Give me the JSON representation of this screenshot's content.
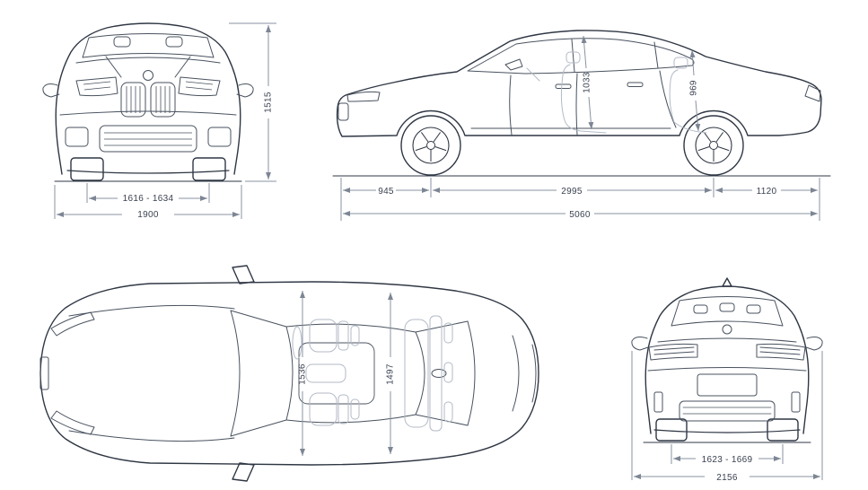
{
  "colors": {
    "car_line": "#2f3744",
    "detail_line": "#49525f",
    "ghost_line": "#b3bac6",
    "dimension_line": "#8a93a1",
    "text": "#3a4150",
    "background": "#ffffff"
  },
  "front_view": {
    "height": "1515",
    "front_track": "1616 - 1634",
    "body_width": "1900"
  },
  "side_view": {
    "front_headroom": "1033",
    "rear_headroom": "969",
    "front_overhang": "945",
    "wheelbase": "2995",
    "rear_overhang": "1120",
    "overall_length": "5060"
  },
  "top_view": {
    "front_interior_width": "1536",
    "rear_interior_width": "1497"
  },
  "rear_view": {
    "rear_track": "1623 - 1669",
    "width_incl_mirrors": "2156"
  }
}
